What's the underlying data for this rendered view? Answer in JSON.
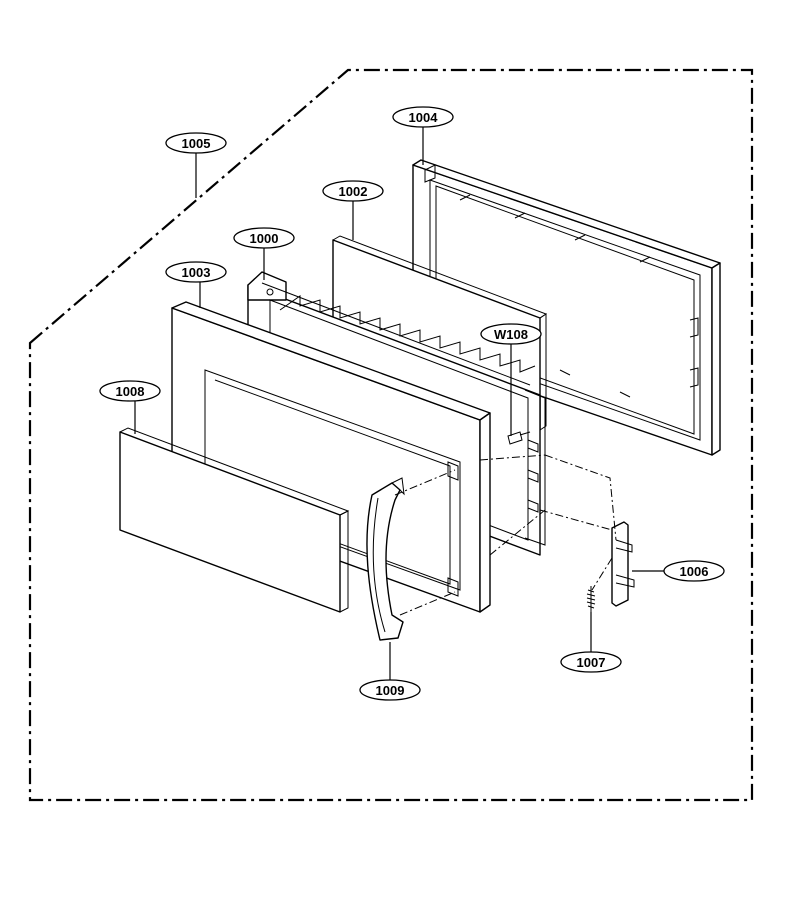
{
  "diagram": {
    "parts": [
      {
        "id": "door-frame-1004",
        "label": "1004"
      },
      {
        "id": "outer-enclosure-1005",
        "label": "1005"
      },
      {
        "id": "screen-1002",
        "label": "1002"
      },
      {
        "id": "door-plate-1000",
        "label": "1000"
      },
      {
        "id": "choke-frame-1003",
        "label": "1003"
      },
      {
        "id": "screw-w108",
        "label": "W108"
      },
      {
        "id": "glass-panel-1008",
        "label": "1008"
      },
      {
        "id": "latch-1006",
        "label": "1006"
      },
      {
        "id": "spring-1007",
        "label": "1007"
      },
      {
        "id": "handle-1009",
        "label": "1009"
      }
    ]
  }
}
